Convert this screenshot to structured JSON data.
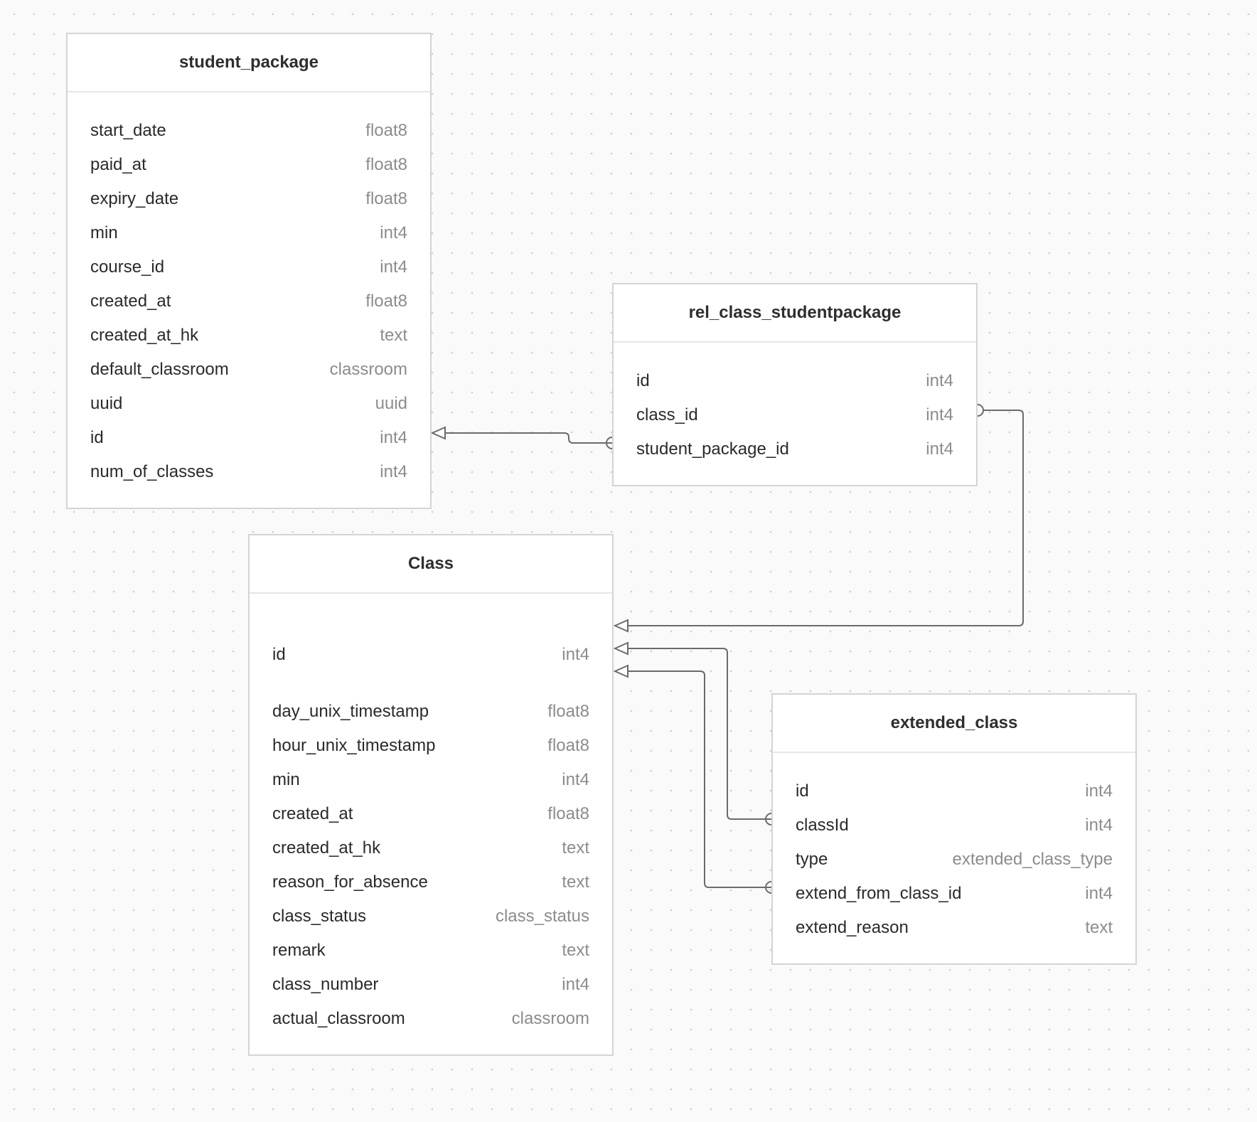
{
  "tables": {
    "student_package": {
      "name": "student_package",
      "fields": [
        {
          "name": "start_date",
          "type": "float8"
        },
        {
          "name": "paid_at",
          "type": "float8"
        },
        {
          "name": "expiry_date",
          "type": "float8"
        },
        {
          "name": "min",
          "type": "int4"
        },
        {
          "name": "course_id",
          "type": "int4"
        },
        {
          "name": "created_at",
          "type": "float8"
        },
        {
          "name": "created_at_hk",
          "type": "text"
        },
        {
          "name": "default_classroom",
          "type": "classroom"
        },
        {
          "name": "uuid",
          "type": "uuid"
        },
        {
          "name": "id",
          "type": "int4"
        },
        {
          "name": "num_of_classes",
          "type": "int4"
        }
      ]
    },
    "rel_class_studentpackage": {
      "name": "rel_class_studentpackage",
      "fields": [
        {
          "name": "id",
          "type": "int4"
        },
        {
          "name": "class_id",
          "type": "int4"
        },
        {
          "name": "student_package_id",
          "type": "int4"
        }
      ]
    },
    "class": {
      "name": "Class",
      "fields": [
        {
          "name": "id",
          "type": "int4"
        },
        {
          "name": "day_unix_timestamp",
          "type": "float8"
        },
        {
          "name": "hour_unix_timestamp",
          "type": "float8"
        },
        {
          "name": "min",
          "type": "int4"
        },
        {
          "name": "created_at",
          "type": "float8"
        },
        {
          "name": "created_at_hk",
          "type": "text"
        },
        {
          "name": "reason_for_absence",
          "type": "text"
        },
        {
          "name": "class_status",
          "type": "class_status"
        },
        {
          "name": "remark",
          "type": "text"
        },
        {
          "name": "class_number",
          "type": "int4"
        },
        {
          "name": "actual_classroom",
          "type": "classroom"
        }
      ]
    },
    "extended_class": {
      "name": "extended_class",
      "fields": [
        {
          "name": "id",
          "type": "int4"
        },
        {
          "name": "classId",
          "type": "int4"
        },
        {
          "name": "type",
          "type": "extended_class_type"
        },
        {
          "name": "extend_from_class_id",
          "type": "int4"
        },
        {
          "name": "extend_reason",
          "type": "text"
        }
      ]
    }
  },
  "relationships": [
    {
      "from": "rel_class_studentpackage.student_package_id",
      "to": "student_package.id"
    },
    {
      "from": "rel_class_studentpackage.class_id",
      "to": "Class.id"
    },
    {
      "from": "extended_class.classId",
      "to": "Class.id"
    },
    {
      "from": "extended_class.extend_from_class_id",
      "to": "Class.id"
    }
  ],
  "colors": {
    "connector": "#6b6b6b",
    "border": "#d4d4d4",
    "background": "#fafafa"
  }
}
